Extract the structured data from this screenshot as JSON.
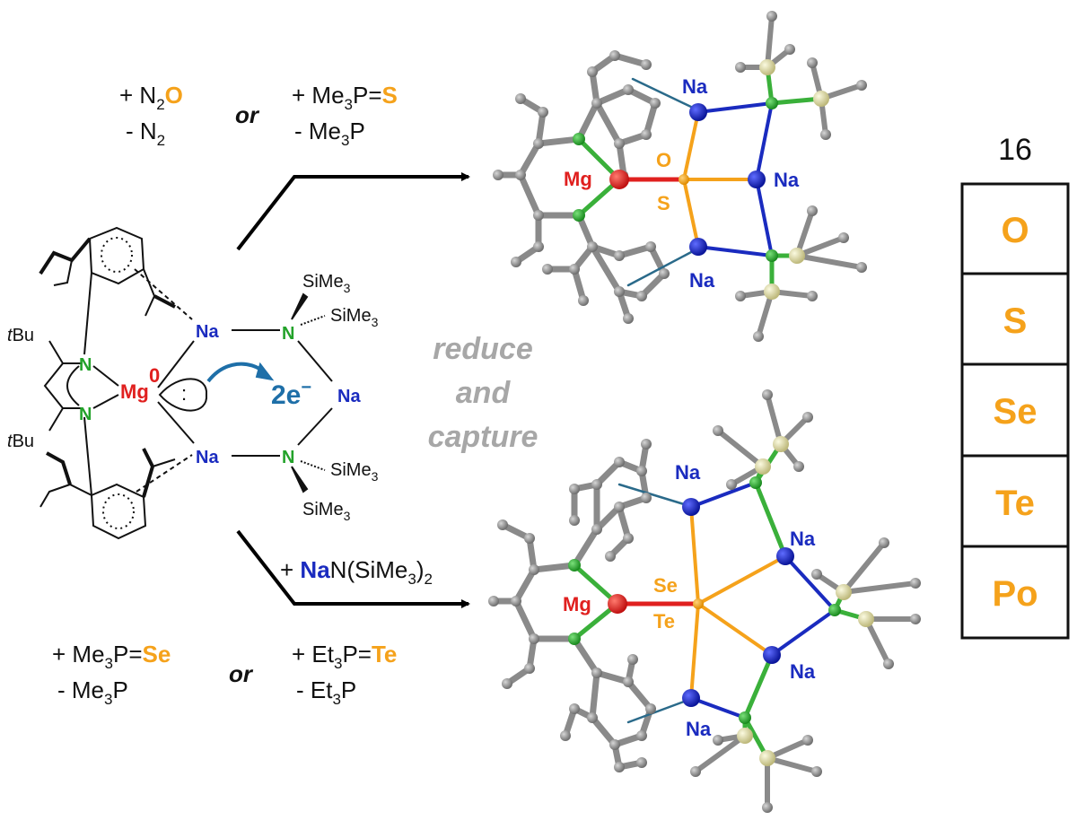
{
  "colors": {
    "na": "#1a2bbf",
    "mg": "#e0201f",
    "n": "#23a22a",
    "chalcogen": "#f5a21b",
    "carbon": "#7d7d7d",
    "si": "#dedba0",
    "electron": "#1e6fa8",
    "gray_text": "#a7a7a7"
  },
  "top_reagents": {
    "r1_line1_prefix": "+ N",
    "r1_line1_sub": "2",
    "r1_line1_elem": "O",
    "r1_line2_prefix": "- N",
    "r1_line2_sub": "2",
    "or": "or",
    "r2_line1_prefix": "+ Me",
    "r2_line1_sub": "3",
    "r2_line1_mid": "P=",
    "r2_line1_elem": "S",
    "r2_line2_prefix": "- Me",
    "r2_line2_sub": "3",
    "r2_line2_suffix": "P"
  },
  "bottom_reagents": {
    "r1_line1_prefix": "+ Me",
    "r1_line1_sub": "3",
    "r1_line1_mid": "P=",
    "r1_line1_elem": "Se",
    "r1_line2_prefix": "- Me",
    "r1_line2_sub": "3",
    "r1_line2_suffix": "P",
    "or": "or",
    "r2_line1_prefix": "+ Et",
    "r2_line1_sub": "3",
    "r2_line1_mid": "P=",
    "r2_line1_elem": "Te",
    "r2_line2_prefix": "- Et",
    "r2_line2_sub": "3",
    "r2_line2_suffix": "P"
  },
  "extra_reagent": {
    "prefix": "+ ",
    "elem": "Na",
    "mid": "N(SiMe",
    "sub": "3",
    "close": ")",
    "sub2": "2"
  },
  "center_text": [
    "reduce",
    "and",
    "capture"
  ],
  "reactant": {
    "tbu": "tBu",
    "tbu_t": "t",
    "tbu_rest": "Bu",
    "n": "N",
    "mg": "Mg",
    "mg_charge": "0",
    "na": "Na",
    "sime3_prefix": "SiMe",
    "sime3_sub": "3",
    "electrons": "2e",
    "electrons_sup": "−",
    "lone_pair": ":"
  },
  "top_product": {
    "mg": "Mg",
    "o": "O",
    "s": "S",
    "na": "Na"
  },
  "bottom_product": {
    "mg": "Mg",
    "se": "Se",
    "te": "Te",
    "na": "Na"
  },
  "group_column": {
    "header": "16",
    "elements": [
      "O",
      "S",
      "Se",
      "Te",
      "Po"
    ]
  }
}
